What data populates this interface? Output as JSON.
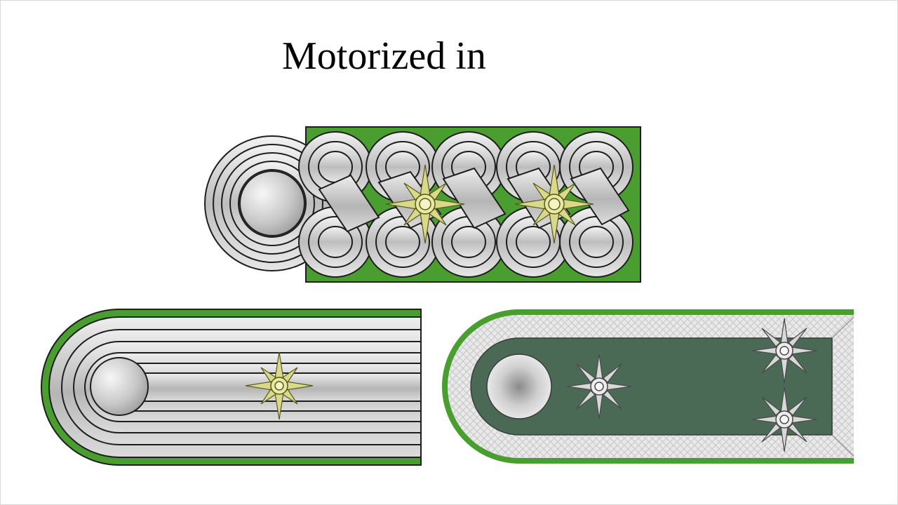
{
  "slide": {
    "title": "Motorized in"
  },
  "colors": {
    "background": "#ffffff",
    "piping_green": "#4a9e2f",
    "silver": "#c9c9c9",
    "dark_field": "#4b6a55",
    "gold_pip": "#d9d98a",
    "outline": "#1e1e1e"
  },
  "insignia": [
    {
      "name": "braided-shoulder-board",
      "pips": 2,
      "pip_color": "gold"
    },
    {
      "name": "corded-shoulder-board",
      "pips": 1,
      "pip_color": "gold"
    },
    {
      "name": "bordered-shoulder-strap",
      "pips": 3,
      "pip_color": "silver"
    }
  ]
}
